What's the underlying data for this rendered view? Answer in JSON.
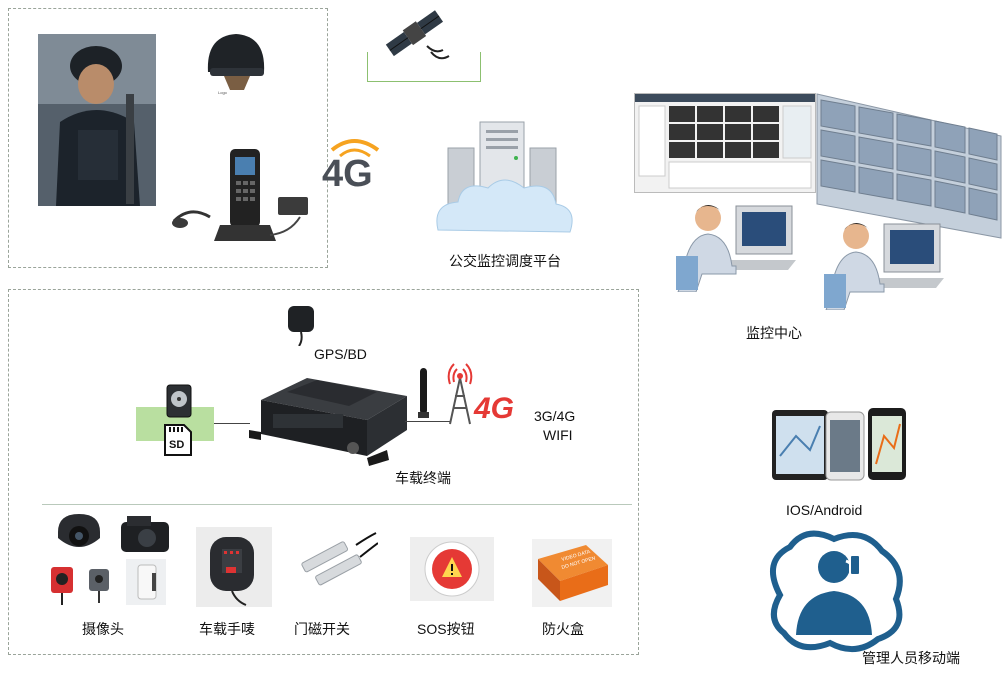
{
  "labels": {
    "platform": "公交监控调度平台",
    "monitor_center": "监控中心",
    "gps": "GPS/BD",
    "network": "3G/4G\nWIFI",
    "network_line1": "3G/4G",
    "network_line2": "WIFI",
    "terminal": "车载终端",
    "mobile_os": "IOS/Android",
    "mobile_mgmt": "管理人员移动端",
    "camera": "摄像头",
    "handmic": "车载手唛",
    "door": "门磁开关",
    "sos": "SOS按钮",
    "firebox": "防火盒",
    "sd": "SD",
    "badge_4g": "4G",
    "badge_4g_red": "4G",
    "firebox_text1": "VIDEO DATA",
    "firebox_text2": "DO NOT OPEN"
  },
  "colors": {
    "dash_border": "#9aa49a",
    "green_box": "#b9dfa0",
    "accent_blue": "#1f5f8e",
    "cloud_blue": "#cfe5f7",
    "red": "#e53935",
    "orange": "#e96d18"
  }
}
